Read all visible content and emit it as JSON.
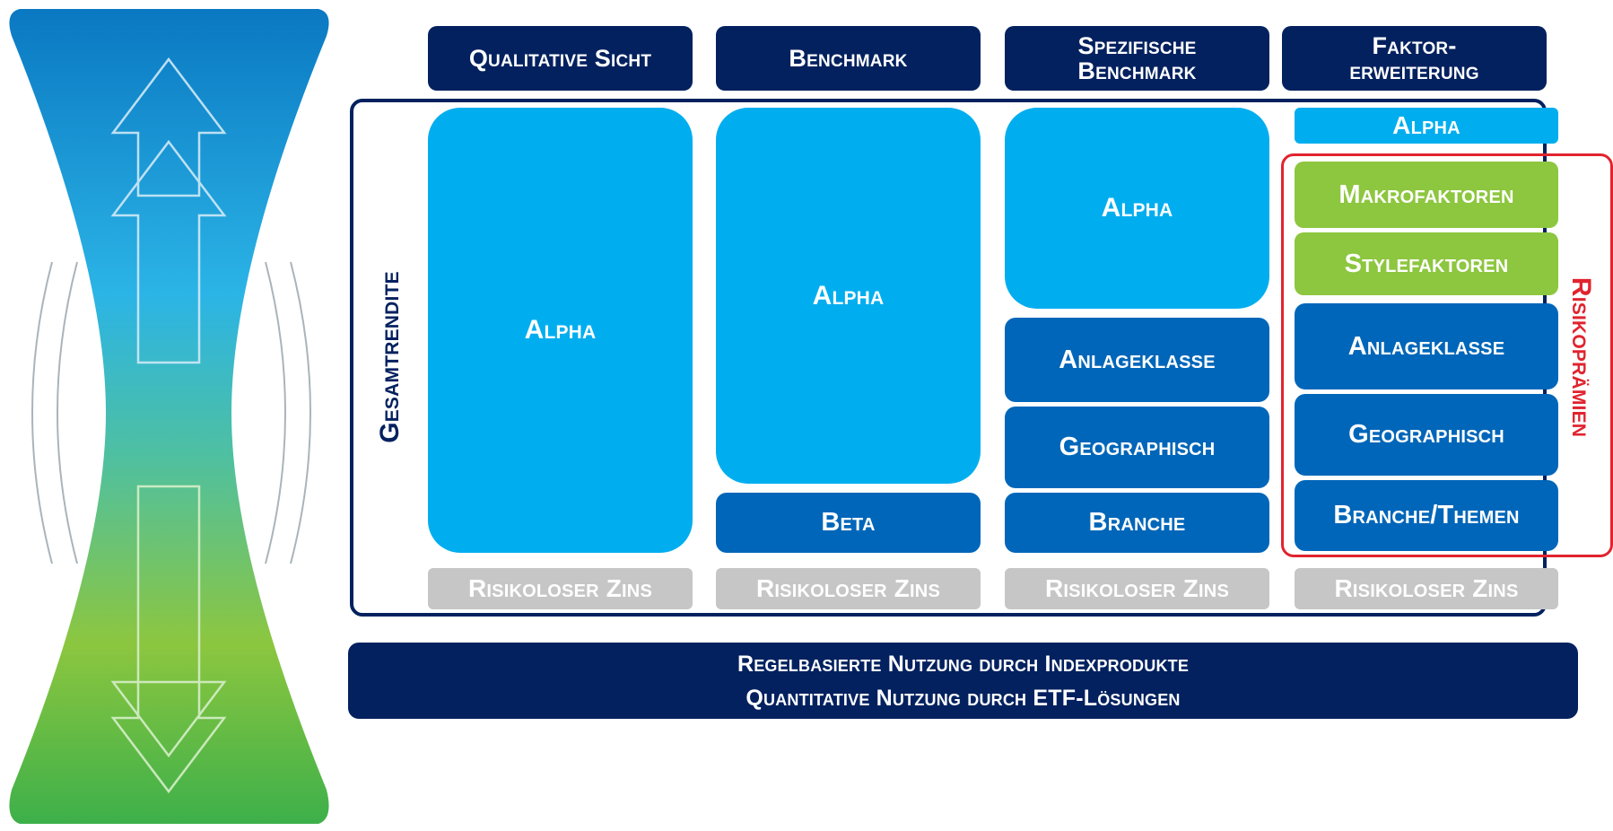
{
  "headers": {
    "qualitative": "Qualitative Sicht",
    "benchmark": "Benchmark",
    "specific_line1": "Spezifische",
    "specific_line2": "Benchmark",
    "factor_line1": "Faktor-",
    "factor_line2": "erweiterung"
  },
  "side_label": "Gesamtrendite",
  "risk_label": "Risikoprämien",
  "col1": {
    "alpha": "Alpha",
    "base": "Risikoloser Zins"
  },
  "col2": {
    "alpha": "Alpha",
    "beta": "Beta",
    "base": "Risikoloser Zins"
  },
  "col3": {
    "alpha": "Alpha",
    "asset_class": "Anlageklasse",
    "geo": "Geographisch",
    "sector": "Branche",
    "base": "Risikoloser Zins"
  },
  "col4": {
    "alpha": "Alpha",
    "macro": "Makrofaktoren",
    "style": "Stylefaktoren",
    "asset_class": "Anlageklasse",
    "geo": "Geographisch",
    "sector": "Branche/Themen",
    "base": "Risikoloser Zins"
  },
  "footer": {
    "line1": "Regelbasierte Nutzung durch Indexprodukte",
    "line2": "Quantitative Nutzung durch ETF-Lösungen"
  },
  "colors": {
    "navy": "#03215f",
    "alpha_blue": "#00aeef",
    "dark_blue": "#0066b9",
    "green": "#8dc63f",
    "grey": "#c6c6c6",
    "risk_red": "#e0242f"
  }
}
